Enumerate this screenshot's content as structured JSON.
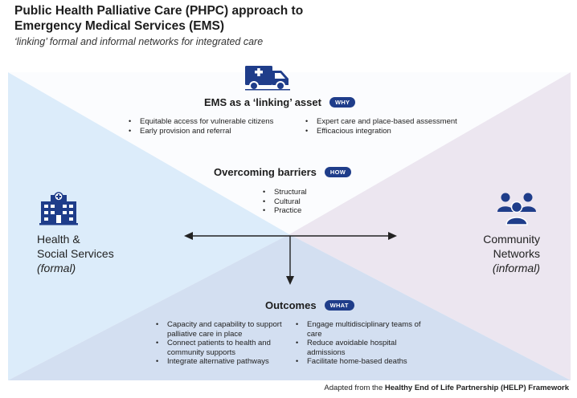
{
  "title": "Public Health Palliative Care (PHPC) approach to Emergency Medical Services (EMS)",
  "subtitle": "‘linking’ formal and informal networks for integrated care",
  "why": {
    "heading": "EMS as a ‘linking’ asset",
    "badge": "WHY",
    "left_bullets": [
      "Equitable access for vulnerable citizens",
      "Early provision and referral"
    ],
    "right_bullets": [
      "Expert care and place-based assessment",
      "Efficacious integration"
    ]
  },
  "how": {
    "heading": "Overcoming barriers",
    "badge": "HOW",
    "bullets": [
      "Structural",
      "Cultural",
      "Practice"
    ]
  },
  "what": {
    "heading": "Outcomes",
    "badge": "WHAT",
    "left_bullets": [
      "Capacity and capability to support palliative care in place",
      "Connect patients to health and community supports",
      "Integrate alternative pathways"
    ],
    "right_bullets": [
      "Engage multidisciplinary teams of care",
      "Reduce avoidable hospital admissions",
      "Facilitate home-based deaths"
    ]
  },
  "left_side": {
    "line1": "Health &",
    "line2": "Social Services",
    "line3": "(formal)"
  },
  "right_side": {
    "line1": "Community",
    "line2": "Networks",
    "line3": "(informal)"
  },
  "footer": {
    "prefix": "Adapted from the ",
    "bold": "Healthy End of Life Partnership (HELP) Framework"
  },
  "icons": {
    "top": "ambulance-icon",
    "left": "hospital-icon",
    "right": "community-group-icon"
  },
  "colors": {
    "formal_blue": "#dcecfa",
    "informal_lilac": "#ece6f0",
    "bottom_overlap": "#d3dff1",
    "navy": "#1f3d8a"
  }
}
